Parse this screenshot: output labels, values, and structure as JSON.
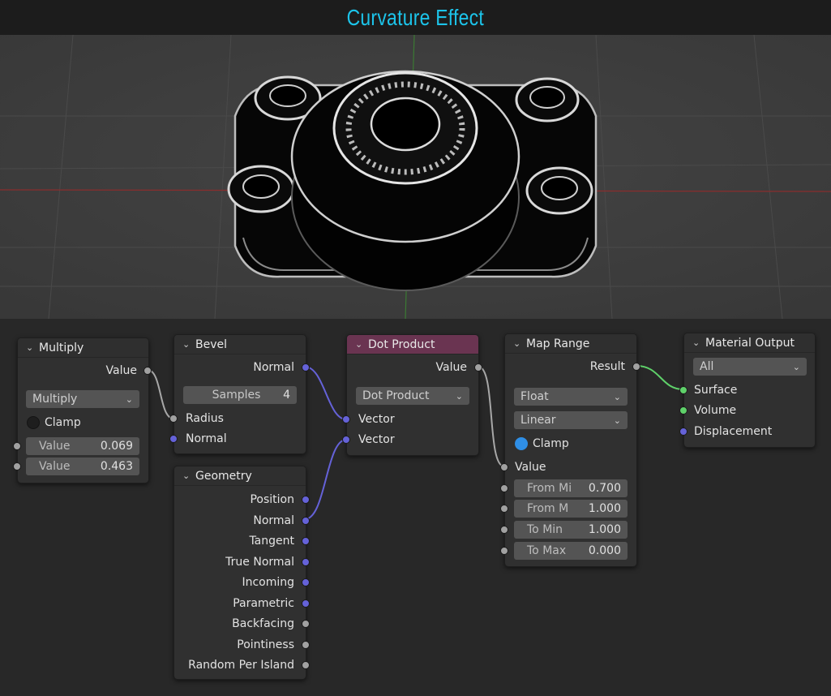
{
  "title": "Curvature Effect",
  "colors": {
    "accent_title": "#1cc4ea",
    "socket_float": "#a1a1a1",
    "socket_vector": "#6562d8",
    "socket_shader": "#5fd16a",
    "header_vector_math": "#6a3451",
    "checkbox_on": "#2f8fe6"
  },
  "nodes": {
    "multiply": {
      "header": "Multiply",
      "output_value": "Value",
      "operation": "Multiply",
      "clamp_label": "Clamp",
      "clamp_checked": false,
      "input1": {
        "label": "Value",
        "value": "0.069"
      },
      "input2": {
        "label": "Value",
        "value": "0.463"
      }
    },
    "bevel": {
      "header": "Bevel",
      "output_normal": "Normal",
      "samples_label": "Samples",
      "samples_value": "4",
      "input_radius": "Radius",
      "input_normal": "Normal"
    },
    "dot_product": {
      "header": "Dot Product",
      "output_value": "Value",
      "operation": "Dot Product",
      "input_vector1": "Vector",
      "input_vector2": "Vector"
    },
    "map_range": {
      "header": "Map Range",
      "output_result": "Result",
      "data_type": "Float",
      "interpolation": "Linear",
      "clamp_label": "Clamp",
      "clamp_checked": true,
      "input_value": "Value",
      "from_min": {
        "label": "From Mi",
        "value": "0.700"
      },
      "from_max": {
        "label": "From M",
        "value": "1.000"
      },
      "to_min": {
        "label": "To Min",
        "value": "1.000"
      },
      "to_max": {
        "label": "To Max",
        "value": "0.000"
      }
    },
    "material_output": {
      "header": "Material Output",
      "target": "All",
      "input_surface": "Surface",
      "input_volume": "Volume",
      "input_displacement": "Displacement"
    },
    "geometry": {
      "header": "Geometry",
      "outputs": [
        "Position",
        "Normal",
        "Tangent",
        "True Normal",
        "Incoming",
        "Parametric",
        "Backfacing",
        "Pointiness",
        "Random Per Island"
      ]
    }
  },
  "icons": {
    "collapse": "chevron-down-icon",
    "dropdown": "chevron-down-icon"
  }
}
